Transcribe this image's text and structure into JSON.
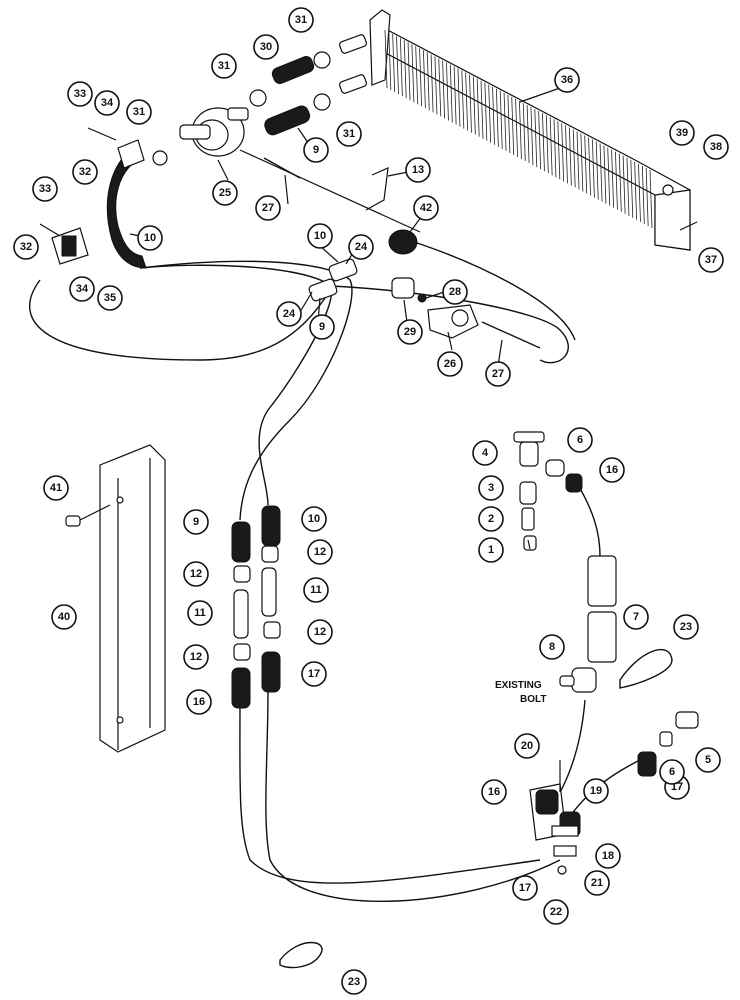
{
  "callouts": {
    "c1": "1",
    "c2": "2",
    "c3": "3",
    "c4": "4",
    "c5": "5",
    "c6a": "6",
    "c6b": "6",
    "c7": "7",
    "c8": "8",
    "c9a": "9",
    "c9b": "9",
    "c9c": "9",
    "c10a": "10",
    "c10b": "10",
    "c10c": "10",
    "c11a": "11",
    "c11b": "11",
    "c12a": "12",
    "c12b": "12",
    "c12c": "12",
    "c12d": "12",
    "c13": "13",
    "c16a": "16",
    "c16b": "16",
    "c16c": "16",
    "c17a": "17",
    "c17b": "17",
    "c17c": "17",
    "c18": "18",
    "c19": "19",
    "c20": "20",
    "c21": "21",
    "c22": "22",
    "c23a": "23",
    "c23b": "23",
    "c24a": "24",
    "c24b": "24",
    "c25": "25",
    "c26": "26",
    "c27a": "27",
    "c27b": "27",
    "c28": "28",
    "c29": "29",
    "c30": "30",
    "c31a": "31",
    "c31b": "31",
    "c31c": "31",
    "c31d": "31",
    "c32a": "32",
    "c32b": "32",
    "c33a": "33",
    "c33b": "33",
    "c34a": "34",
    "c34b": "34",
    "c35": "35",
    "c36": "36",
    "c37": "37",
    "c38": "38",
    "c39": "39",
    "c40": "40",
    "c41": "41",
    "c42": "42"
  },
  "labels": {
    "existing_line1": "EXISTING",
    "existing_line2": "BOLT"
  }
}
